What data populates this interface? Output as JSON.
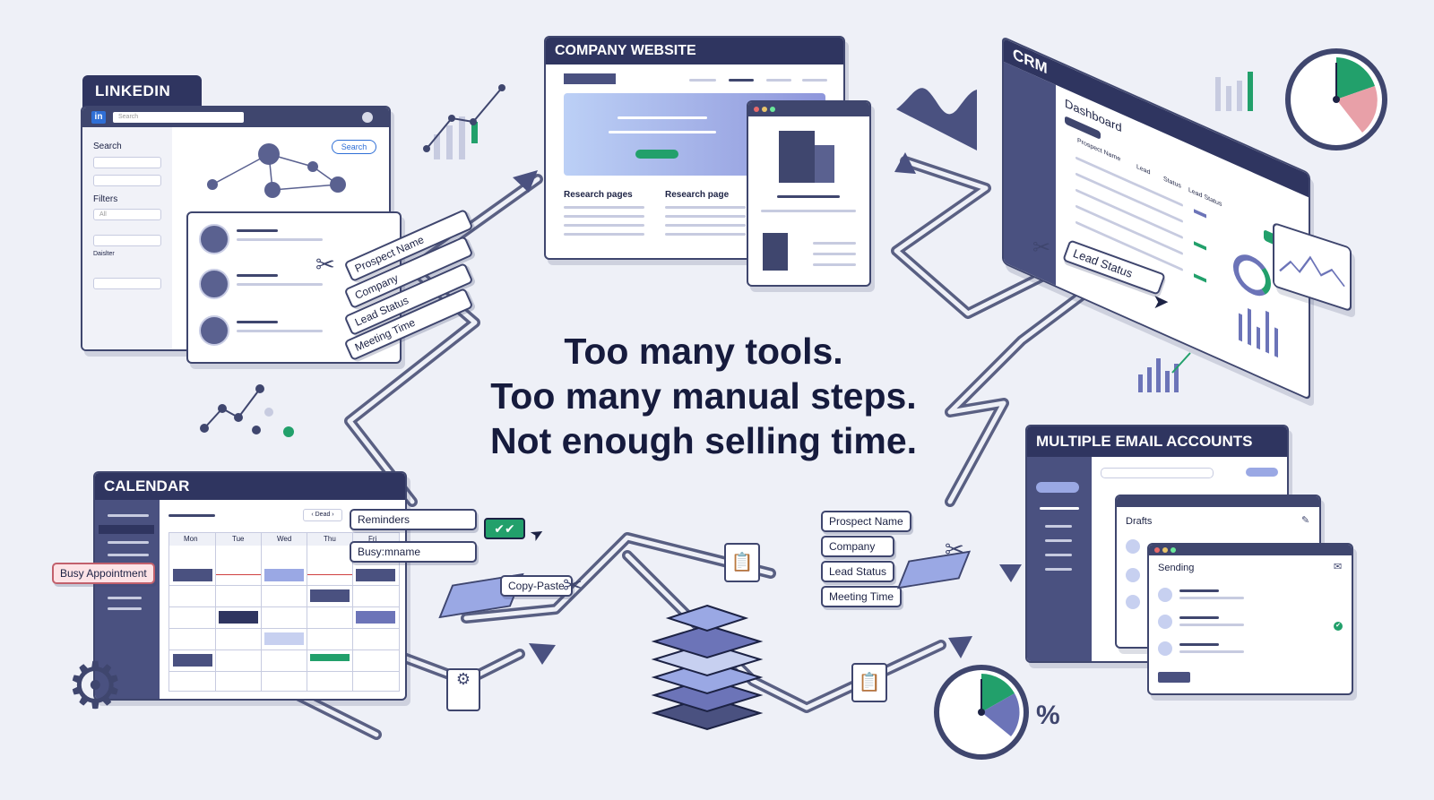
{
  "headline": {
    "line1": "Too many tools.",
    "line2": "Too many manual steps.",
    "line3": "Not enough selling time."
  },
  "linkedin": {
    "title": "LINKEDIN",
    "logo": "in",
    "search_placeholder": "Search",
    "search_label": "Search",
    "filters_label": "Filters",
    "filter_value": "All",
    "checkbox_label": "Daislter",
    "search_button": "Search"
  },
  "website": {
    "title": "COMPANY WEBSITE",
    "col1": "Research pages",
    "col2": "Research page"
  },
  "crm": {
    "title": "CRM",
    "dashboard": "Dashboard",
    "col_prospect": "Prospect Name",
    "col_lead": "Lead",
    "col_status": "Status",
    "col_lead_status": "Lead Status",
    "floating_label": "Lead Status"
  },
  "linkedin_fields": [
    "Prospect Name",
    "Company",
    "Lead Status",
    "Meeting Time"
  ],
  "calendar": {
    "title": "CALENDAR",
    "view_select": "‹ Dead ›",
    "days": [
      "Mon",
      "Tue",
      "Wed",
      "Thu",
      "Fri"
    ],
    "busy_tag": "Busy Appointment",
    "reminders": "Reminders",
    "busy_name": "Busy:mname"
  },
  "copy_paste": "Copy-Paste",
  "center_fields": [
    "Prospect Name",
    "Company",
    "Lead Status",
    "Meeting Time"
  ],
  "email": {
    "title": "MULTIPLE EMAIL ACCOUNTS",
    "drafts": "Drafts",
    "sending": "Sending"
  },
  "percent": "%",
  "colors": {
    "navy": "#2f3560",
    "accent": "#6c74b8",
    "green": "#22a06b",
    "pink": "#e8a0a8"
  },
  "icons": [
    "gear-icon",
    "scissors-icon",
    "clipboard-icon",
    "clock-icon",
    "cursor-icon",
    "checkmark-icon",
    "chart-icon",
    "building-icon",
    "layers-icon"
  ]
}
